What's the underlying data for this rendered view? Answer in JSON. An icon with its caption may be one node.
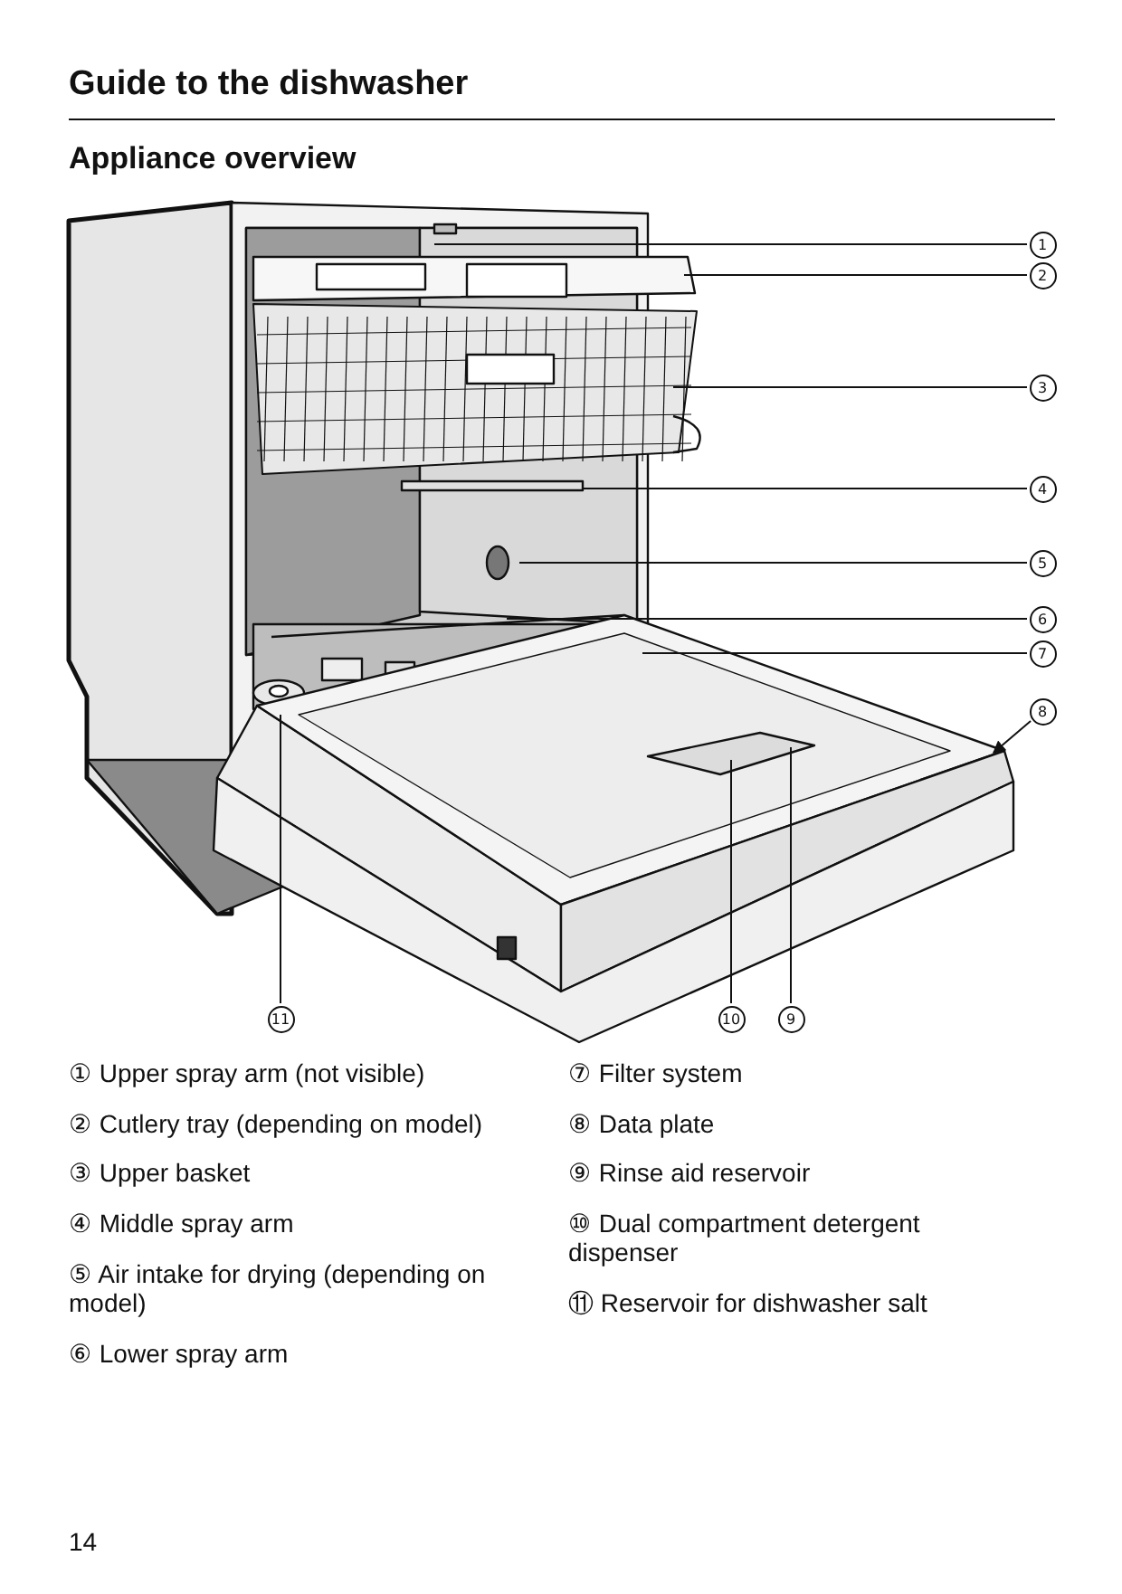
{
  "diagram": {
    "title": "Guide to the dishwasher",
    "nodes": [
      {
        "text": [
          "1"
        ]
      },
      {
        "text": [
          "2"
        ]
      },
      {
        "text": [
          "3"
        ]
      },
      {
        "text": [
          "4"
        ]
      },
      {
        "text": [
          "5"
        ]
      },
      {
        "text": [
          "6"
        ]
      },
      {
        "text": [
          "7"
        ]
      },
      {
        "text": [
          "8"
        ]
      },
      {
        "text": [
          "11"
        ]
      },
      {
        "text": [
          "10"
        ]
      },
      {
        "text": [
          "9"
        ]
      }
    ],
    "edges": [
      {
        "from": 0,
        "to": null,
        "arrow": "none"
      },
      {
        "from": 1,
        "to": null,
        "arrow": "none"
      },
      {
        "from": 2,
        "to": null,
        "arrow": "none"
      },
      {
        "from": 3,
        "to": null,
        "arrow": "none"
      },
      {
        "from": 4,
        "to": null,
        "arrow": "none"
      },
      {
        "from": 5,
        "to": null,
        "arrow": "none"
      },
      {
        "from": 6,
        "to": null,
        "arrow": "none"
      },
      {
        "from": 7,
        "to": null,
        "arrow": "to"
      },
      {
        "from": 8,
        "to": null,
        "arrow": "none"
      },
      {
        "from": 9,
        "to": null,
        "arrow": "none"
      },
      {
        "from": 10,
        "to": null,
        "arrow": "none"
      }
    ],
    "labels": [
      "Appliance overview",
      "① Upper spray arm (not visible)",
      "② Cutlery tray (depending on model)",
      "③ Upper basket",
      "④ Middle spray arm",
      "⑤ Air intake for drying (depending on model)",
      "⑥ Lower spray arm",
      "⑦ Filter system",
      "⑧ Data plate",
      "⑨ Rinse aid reservoir",
      "⑩ Dual compartment detergent dispenser",
      "⑪ Reservoir for dishwasher salt",
      "14"
    ]
  }
}
